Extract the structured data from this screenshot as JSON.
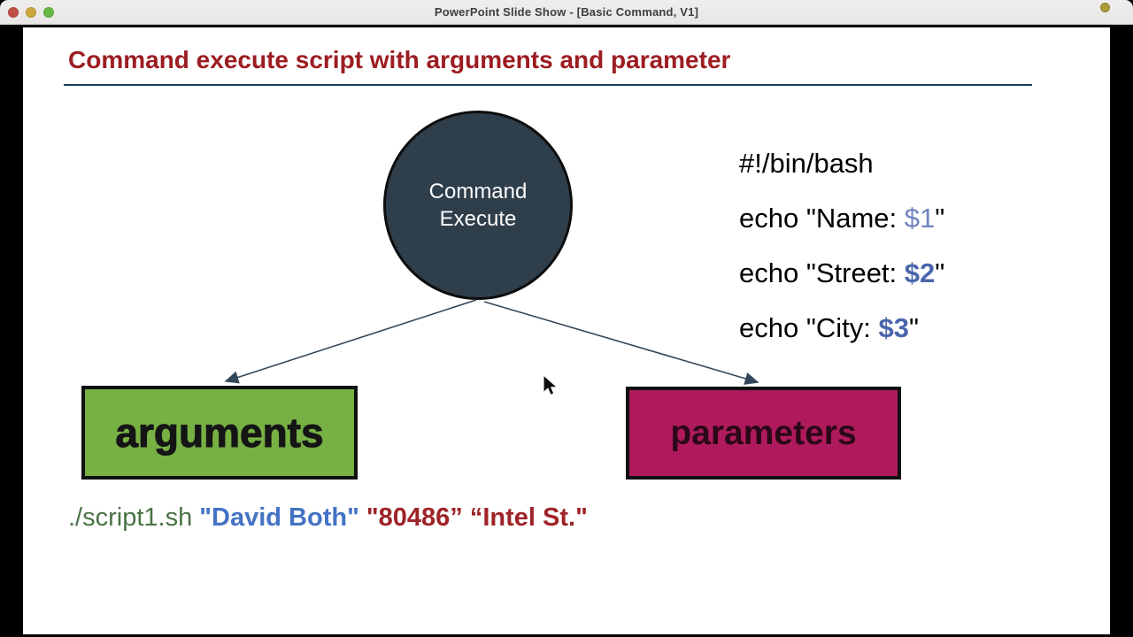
{
  "window": {
    "title": "PowerPoint Slide Show - [Basic Command, V1]",
    "titlebar_bg": "#ECEBEA",
    "traffic_light_colors": {
      "close": "#C25048",
      "minimize": "#CBA73D",
      "zoom": "#65B944"
    },
    "status_dot_color": "#AD9C3B"
  },
  "slide": {
    "title": "Command execute script with arguments and parameter",
    "title_color": "#9C1D22",
    "divider_color": "#1F3B52",
    "circle": {
      "line1": "Command",
      "line2": "Execute",
      "fill": "#2F3E4B",
      "text_color": "#FCFCFC"
    },
    "code": {
      "variable_color_light": "#7083C1",
      "variable_color_bold": "#4A66AC",
      "line1": {
        "text": "#!/bin/bash"
      },
      "line2": {
        "pre": "echo \"Name: ",
        "var": "$1",
        "post": "\""
      },
      "line3": {
        "pre": "echo \"Street: ",
        "var": "$2",
        "post": "\""
      },
      "line4": {
        "pre": "echo \"City: ",
        "var": "$3",
        "post": "\""
      }
    },
    "boxes": {
      "arguments": {
        "label": "arguments",
        "fill": "#77B043",
        "text_color": "#151515"
      },
      "parameters": {
        "label": "parameters",
        "fill": "#AF1A5C",
        "text_color": "#2B0818"
      }
    },
    "arrow_color": "#33475A",
    "command": {
      "script": "./script1.sh ",
      "arg_name": "\"David Both\"",
      "arg_zip": " \"80486” ",
      "arg_street": "“Intel St.\"",
      "script_color": "#4A7245",
      "name_color": "#4472C4",
      "literal_color": "#9E2428"
    }
  }
}
